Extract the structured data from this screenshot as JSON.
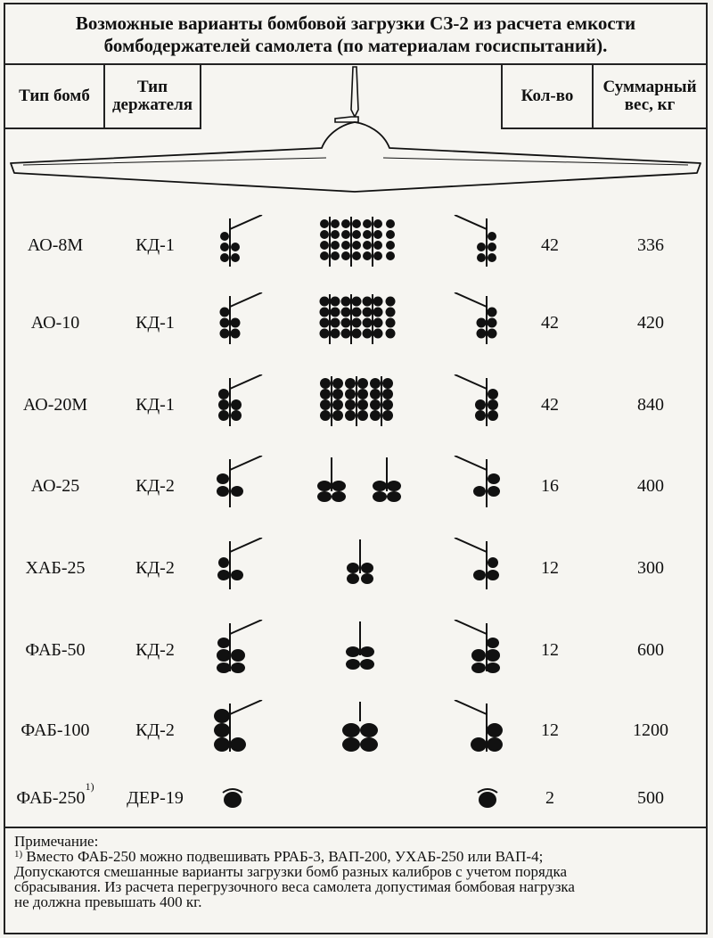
{
  "title": {
    "line1": "Возможные варианты бомбовой загрузки СЗ-2 из расчета емкости",
    "line2": "бомбодержателей самолета (по материалам госиспытаний)."
  },
  "headers": {
    "bomb_type": "Тип бомб",
    "holder_type_1": "Тип",
    "holder_type_2": "держателя",
    "quantity": "Кол-во",
    "total_weight_1": "Суммарный",
    "total_weight_2": "вес, кг"
  },
  "rows": [
    {
      "bomb": "АО-8М",
      "holder": "КД-1",
      "qty": "42",
      "weight": "336"
    },
    {
      "bomb": "АО-10",
      "holder": "КД-1",
      "qty": "42",
      "weight": "420"
    },
    {
      "bomb": "АО-20М",
      "holder": "КД-1",
      "qty": "42",
      "weight": "840"
    },
    {
      "bomb": "АО-25",
      "holder": "КД-2",
      "qty": "16",
      "weight": "400"
    },
    {
      "bomb": "ХАБ-25",
      "holder": "КД-2",
      "qty": "12",
      "weight": "300"
    },
    {
      "bomb": "ФАБ-50",
      "holder": "КД-2",
      "qty": "12",
      "weight": "600"
    },
    {
      "bomb": "ФАБ-100",
      "holder": "КД-2",
      "qty": "12",
      "weight": "1200"
    },
    {
      "bomb": "ФАБ-250",
      "bomb_sup": "1)",
      "holder": "ДЕР-19",
      "qty": "2",
      "weight": "500"
    }
  ],
  "note": {
    "heading": "Примечание:",
    "sup": "1)",
    "line1": " Вместо ФАБ-250 можно подвешивать РРАБ-3, ВАП-200, УХАБ-250 или ВАП-4;",
    "line2": "Допускаются смешанные варианты загрузки бомб разных калибров с учетом порядка",
    "line3": "сбрасывания. Из расчета перегрузочного веса самолета допустимая бомбовая нагрузка",
    "line4": "не должна превышать 400 кг."
  },
  "icons": {
    "plane": "aircraft-planform-icon",
    "bomb_cluster": "bomb-cluster-icon",
    "bomb_pair": "bomb-pair-icon",
    "single_bomb": "single-bomb-icon",
    "ink": "#111111"
  }
}
